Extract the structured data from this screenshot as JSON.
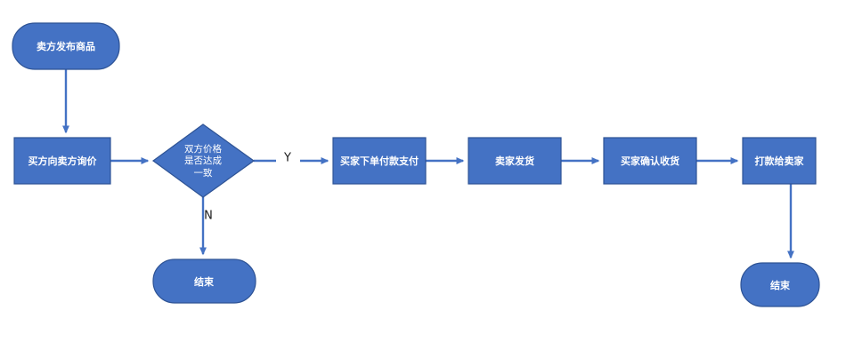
{
  "diagram": {
    "type": "flowchart",
    "title": "",
    "orientation": "left-to-right",
    "colors": {
      "node_fill": "#4472C4",
      "node_stroke": "#2E5395",
      "node_text": "#FFFFFF",
      "connector": "#4472C4",
      "edge_label_text": "#1A1A1A",
      "background": "#FFFFFF"
    }
  },
  "nodes": {
    "start_seller_publish": {
      "label": "卖方发布商品",
      "shape": "rounded-rectangle"
    },
    "buyer_inquiry": {
      "label": "买方向卖方询价",
      "shape": "rectangle"
    },
    "price_decision": {
      "label": "双方价格是否达成一致",
      "shape": "diamond",
      "lines": [
        "双方价格",
        "是否达成",
        "一致"
      ],
      "line1": "双方价格",
      "line2": "是否达成",
      "line3": "一致"
    },
    "buyer_order_pay": {
      "label": "买家下单付款支付",
      "shape": "rectangle"
    },
    "seller_ship": {
      "label": "卖家发货",
      "shape": "rectangle"
    },
    "buyer_confirm_receipt": {
      "label": "买家确认收货",
      "shape": "rectangle"
    },
    "pay_to_seller": {
      "label": "打款给卖家",
      "shape": "rectangle"
    },
    "end_no_deal": {
      "label": "结束",
      "shape": "rounded-rectangle"
    },
    "end_success": {
      "label": "结束",
      "shape": "rounded-rectangle"
    }
  },
  "edges": [
    {
      "from": "start_seller_publish",
      "to": "buyer_inquiry",
      "label": ""
    },
    {
      "from": "buyer_inquiry",
      "to": "price_decision",
      "label": ""
    },
    {
      "from": "price_decision",
      "to": "buyer_order_pay",
      "label": "Y"
    },
    {
      "from": "price_decision",
      "to": "end_no_deal",
      "label": "N"
    },
    {
      "from": "buyer_order_pay",
      "to": "seller_ship",
      "label": ""
    },
    {
      "from": "seller_ship",
      "to": "buyer_confirm_receipt",
      "label": ""
    },
    {
      "from": "buyer_confirm_receipt",
      "to": "pay_to_seller",
      "label": ""
    },
    {
      "from": "pay_to_seller",
      "to": "end_success",
      "label": ""
    }
  ],
  "edge_labels": {
    "yes": "Y",
    "no": "N"
  }
}
